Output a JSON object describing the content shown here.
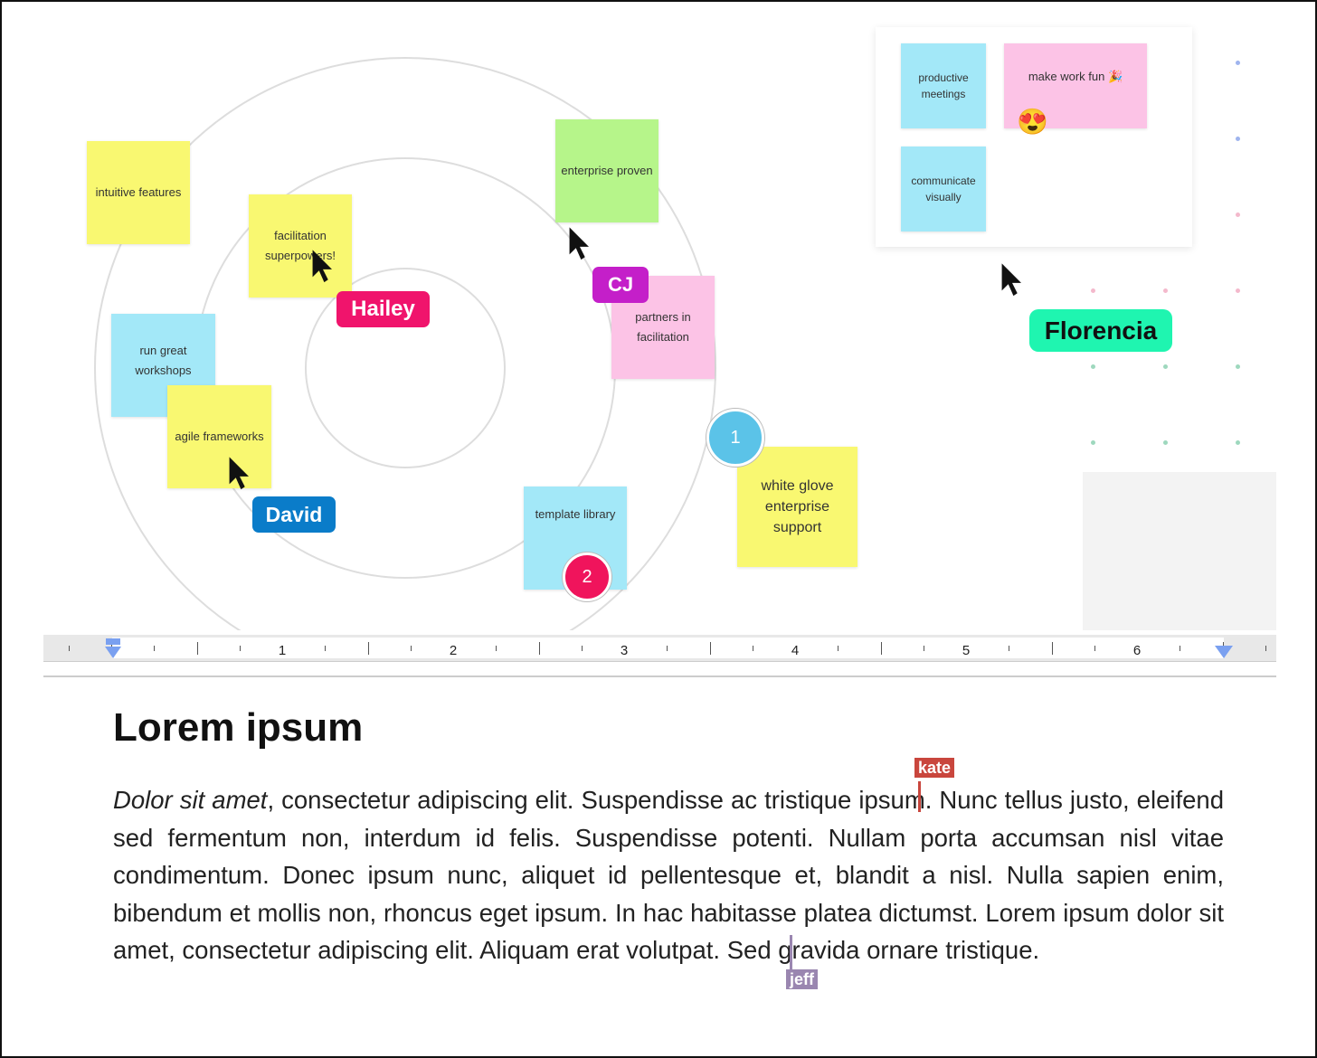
{
  "board": {
    "notes": [
      {
        "text": "intuitive features",
        "color": "yellow"
      },
      {
        "text": "facilitation superpowers!",
        "color": "yellow"
      },
      {
        "text": "run great workshops",
        "color": "blue"
      },
      {
        "text": "agile frameworks",
        "color": "yellow"
      },
      {
        "text": "enterprise proven",
        "color": "green"
      },
      {
        "text": "partners in facilitation",
        "color": "pink"
      },
      {
        "text": "template library",
        "color": "blue"
      },
      {
        "text": "white glove enterprise support",
        "color": "yellow"
      },
      {
        "text": "productive meetings",
        "color": "blue"
      },
      {
        "text": "make work fun 🎉",
        "color": "pink"
      },
      {
        "text": "communicate visually",
        "color": "blue"
      }
    ],
    "emoji": "😍",
    "collaborators": [
      {
        "name": "Hailey",
        "color": "#f0146c"
      },
      {
        "name": "CJ",
        "color": "#c41fc9"
      },
      {
        "name": "David",
        "color": "#0a7cc9"
      },
      {
        "name": "Florencia",
        "color": "#1ff5b0"
      }
    ],
    "badges": [
      "1",
      "2"
    ]
  },
  "ruler": {
    "numbers": [
      "1",
      "2",
      "3",
      "4",
      "5",
      "6"
    ]
  },
  "document": {
    "title": "Lorem ipsum",
    "italic_start": "Dolor sit amet",
    "body": ", consectetur adipiscing elit. Suspendisse ac tristique ipsum. Nunc tellus justo, eleifend sed fermentum non, interdum id felis. Suspendisse potenti. Nullam porta accumsan nisl vitae condimentum. Donec ipsum nunc, aliquet id pellentesque et, blandit a nisl. Nulla sapien enim, bibendum et mollis non, rhoncus eget ipsum. In hac habitasse platea dictumst. Lorem ipsum dolor sit amet, consectetur adipiscing elit. Aliquam erat volutpat. Sed gravida ornare tristique.",
    "cursors": [
      {
        "name": "kate",
        "color": "#c9463d"
      },
      {
        "name": "jeff",
        "color": "#9a86b0"
      }
    ]
  }
}
